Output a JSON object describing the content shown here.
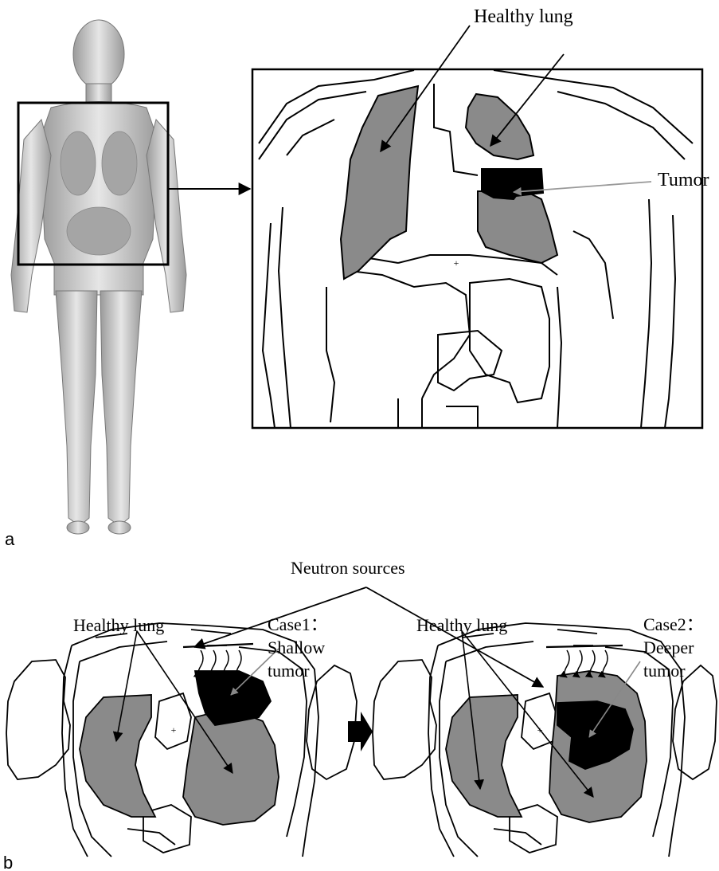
{
  "figure": {
    "panel_a": {
      "letter": "a",
      "labels": {
        "healthy_lung": "Healthy lung",
        "tumor": "Tumor"
      }
    },
    "panel_b": {
      "letter": "b",
      "labels": {
        "neutron_sources": "Neutron sources",
        "healthy_lung_left": "Healthy lung",
        "healthy_lung_right": "Healthy lung",
        "case1_line1": "Case1：",
        "case1_line2": "Shallow",
        "case1_line3": "tumor",
        "case2_line1": "Case2：",
        "case2_line2": "Deeper",
        "case2_line3": "tumor"
      }
    },
    "colors": {
      "lung": "#8a8a8a",
      "tumor": "#000000",
      "outline": "#000000",
      "body_skin": "#c8c8c8"
    }
  }
}
